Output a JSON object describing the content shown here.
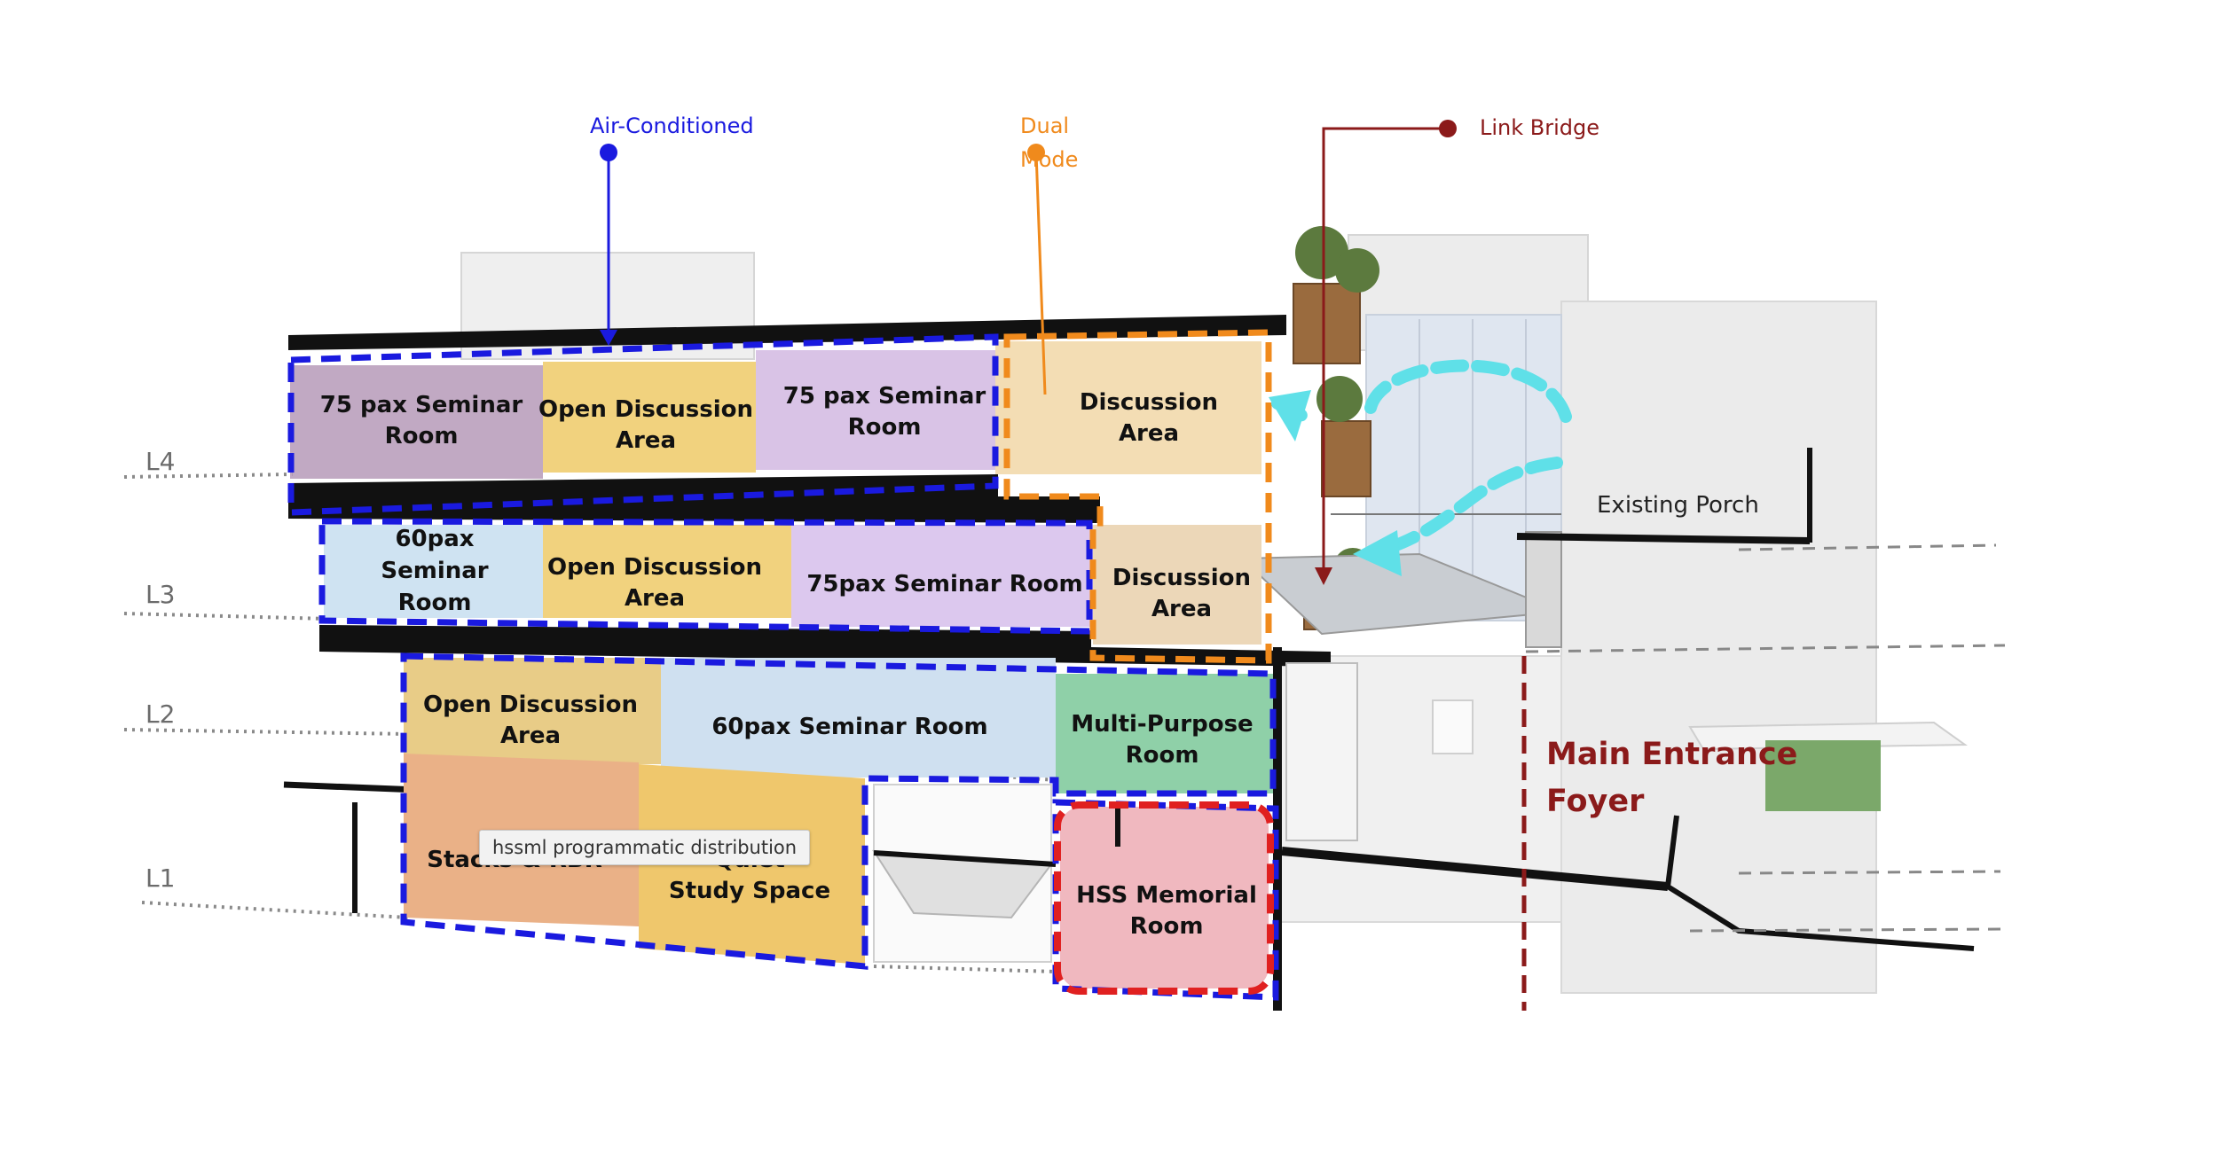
{
  "legend": {
    "air_conditioned": "Air-Conditioned",
    "dual_mode_1": "Dual",
    "dual_mode_2": "Mode",
    "link_bridge": "Link Bridge"
  },
  "levels": [
    "L4",
    "L3",
    "L2",
    "L1"
  ],
  "rooms": {
    "l4_seminar_a": [
      "75 pax Seminar",
      "Room"
    ],
    "l4_open_discussion": [
      "Open Discussion",
      "Area"
    ],
    "l4_seminar_b": [
      "75 pax Seminar",
      "Room"
    ],
    "l4_discussion": [
      "Discussion",
      "Area"
    ],
    "l3_seminar_60": [
      "60pax",
      "Seminar",
      "Room"
    ],
    "l3_open_discussion": [
      "Open Discussion",
      "Area"
    ],
    "l3_seminar_75": "75pax Seminar Room",
    "l3_discussion": [
      "Discussion",
      "Area"
    ],
    "l2_open_discussion": [
      "Open Discussion",
      "Area"
    ],
    "l2_seminar_60": "60pax Seminar Room",
    "l2_multipurpose": [
      "Multi-Purpose",
      "Room"
    ],
    "l1_stacks": "Stacks & RBR",
    "l1_quiet": [
      "Quiet",
      "Study Space"
    ],
    "l1_memorial": [
      "HSS Memorial",
      "Room"
    ]
  },
  "existing_porch": "Existing Porch",
  "main_entrance": [
    "Main Entrance",
    "Foyer"
  ],
  "tooltip": "hssml programmatic distribution",
  "colors": {
    "air_conditioned": "#1a1adf",
    "dual_mode": "#f08a1c",
    "link_bridge": "#8b1a1a",
    "memorial": "#e02020",
    "flow": "#5fe0e8"
  }
}
